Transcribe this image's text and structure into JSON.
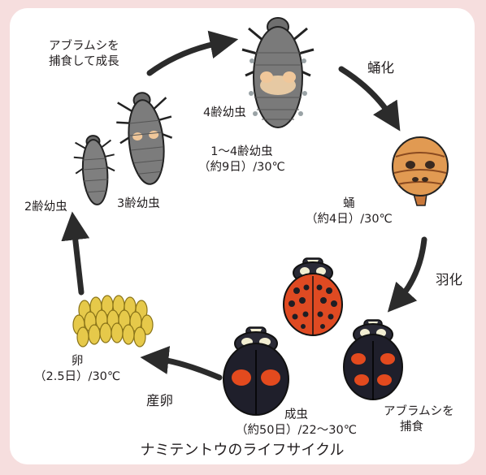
{
  "title": "ナミテントウのライフサイクル",
  "stages": {
    "larva_growth": {
      "line1": "アブラムシを",
      "line2": "捕食して成長"
    },
    "larva4": {
      "label": "4齢幼虫"
    },
    "larva_period": {
      "line1": "1〜4齢幼虫",
      "line2": "（約9日）/30℃"
    },
    "larva2": {
      "label": "2齢幼虫"
    },
    "larva3": {
      "label": "3齢幼虫"
    },
    "pupation": {
      "label": "蛹化"
    },
    "pupa": {
      "line1": "蛹",
      "line2": "（約4日）/30℃"
    },
    "emergence": {
      "label": "羽化"
    },
    "egg": {
      "line1": "卵",
      "line2": "（2.5日）/30℃"
    },
    "oviposition": {
      "label": "産卵"
    },
    "adult": {
      "line1": "成虫",
      "line2": "（約50日）/22〜30℃"
    },
    "predation": {
      "line1": "アブラムシを",
      "line2": "捕食"
    }
  }
}
